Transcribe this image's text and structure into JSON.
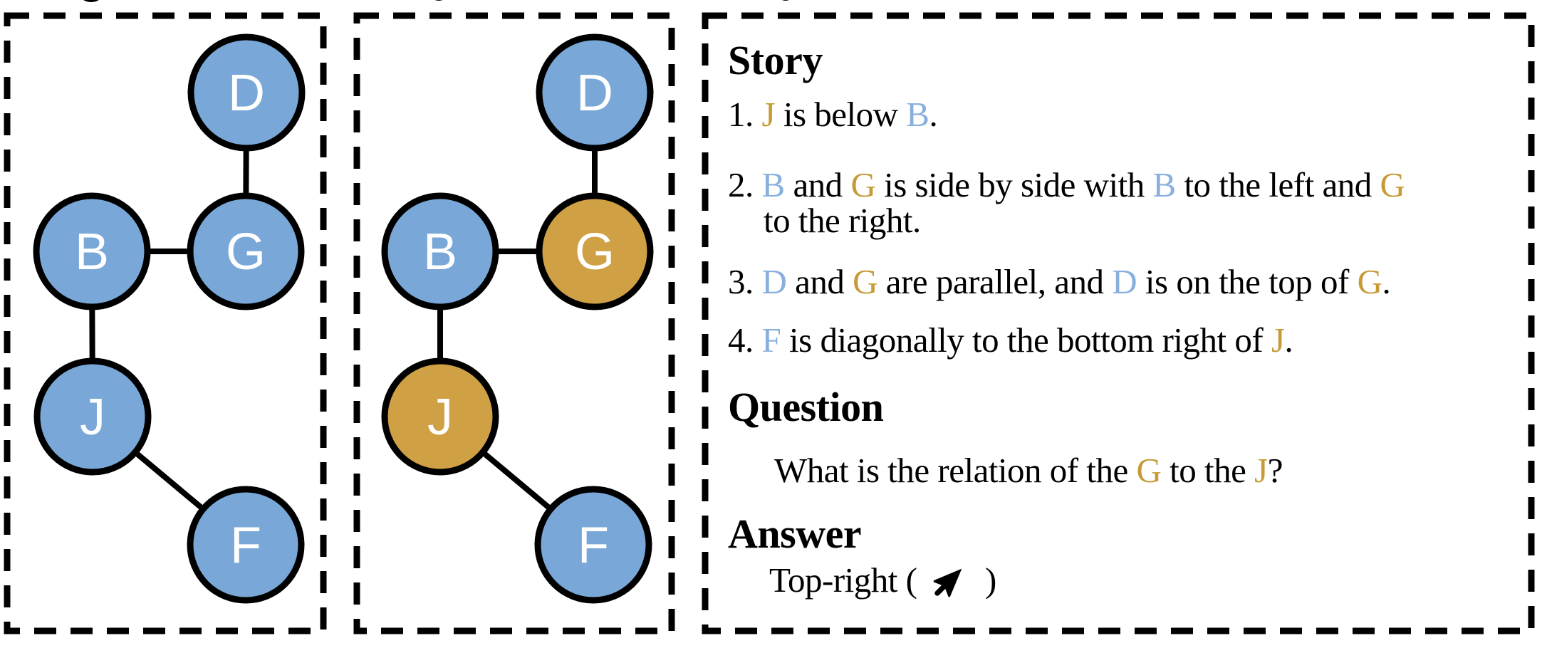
{
  "colors": {
    "node_blue": "#79A8D8",
    "node_gold": "#D0A045",
    "text_blue": "#88AFDD",
    "text_gold": "#C69A35",
    "stroke": "#000000",
    "node_letter": "#FFFFFF"
  },
  "graphs": [
    {
      "name": "spatial-graph-all-blue",
      "nodes": [
        {
          "id": "D",
          "label": "D",
          "fill": "#79A8D8"
        },
        {
          "id": "B",
          "label": "B",
          "fill": "#79A8D8"
        },
        {
          "id": "G",
          "label": "G",
          "fill": "#79A8D8"
        },
        {
          "id": "J",
          "label": "J",
          "fill": "#79A8D8"
        },
        {
          "id": "F",
          "label": "F",
          "fill": "#79A8D8"
        }
      ],
      "edges": [
        "D-G",
        "B-G",
        "B-J",
        "J-F"
      ]
    },
    {
      "name": "spatial-graph-highlighted",
      "nodes": [
        {
          "id": "D",
          "label": "D",
          "fill": "#79A8D8"
        },
        {
          "id": "B",
          "label": "B",
          "fill": "#79A8D8"
        },
        {
          "id": "G",
          "label": "G",
          "fill": "#D0A045"
        },
        {
          "id": "J",
          "label": "J",
          "fill": "#D0A045"
        },
        {
          "id": "F",
          "label": "F",
          "fill": "#79A8D8"
        }
      ],
      "edges": [
        "D-G",
        "B-G",
        "B-J",
        "J-F"
      ]
    }
  ],
  "story": {
    "heading": "Story",
    "item1": [
      {
        "t": "1. "
      },
      {
        "t": "J",
        "c": "gold"
      },
      {
        "t": " is below "
      },
      {
        "t": "B",
        "c": "blue"
      },
      {
        "t": "."
      }
    ],
    "item2_line1": [
      {
        "t": "2. "
      },
      {
        "t": "B",
        "c": "blue"
      },
      {
        "t": " and "
      },
      {
        "t": "G",
        "c": "gold"
      },
      {
        "t": " is side by side with "
      },
      {
        "t": "B",
        "c": "blue"
      },
      {
        "t": " to the left and "
      },
      {
        "t": "G",
        "c": "gold"
      }
    ],
    "item2_line2": [
      {
        "t": "to the right."
      }
    ],
    "item3": [
      {
        "t": "3. "
      },
      {
        "t": "D",
        "c": "blue"
      },
      {
        "t": " and "
      },
      {
        "t": "G",
        "c": "gold"
      },
      {
        "t": " are parallel, and "
      },
      {
        "t": "D",
        "c": "blue"
      },
      {
        "t": " is on the top of "
      },
      {
        "t": "G",
        "c": "gold"
      },
      {
        "t": "."
      }
    ],
    "item4": [
      {
        "t": "4. "
      },
      {
        "t": "F",
        "c": "blue"
      },
      {
        "t": " is diagonally to the bottom right of "
      },
      {
        "t": "J",
        "c": "gold"
      },
      {
        "t": "."
      }
    ]
  },
  "question": {
    "heading": "Question",
    "line": [
      {
        "t": "What is the relation of the "
      },
      {
        "t": "G",
        "c": "gold"
      },
      {
        "t": " to the "
      },
      {
        "t": "J",
        "c": "gold"
      },
      {
        "t": "?"
      }
    ]
  },
  "answer": {
    "heading": "Answer",
    "prefix": "Top-right ( ",
    "suffix": " )",
    "direction": "top-right"
  }
}
